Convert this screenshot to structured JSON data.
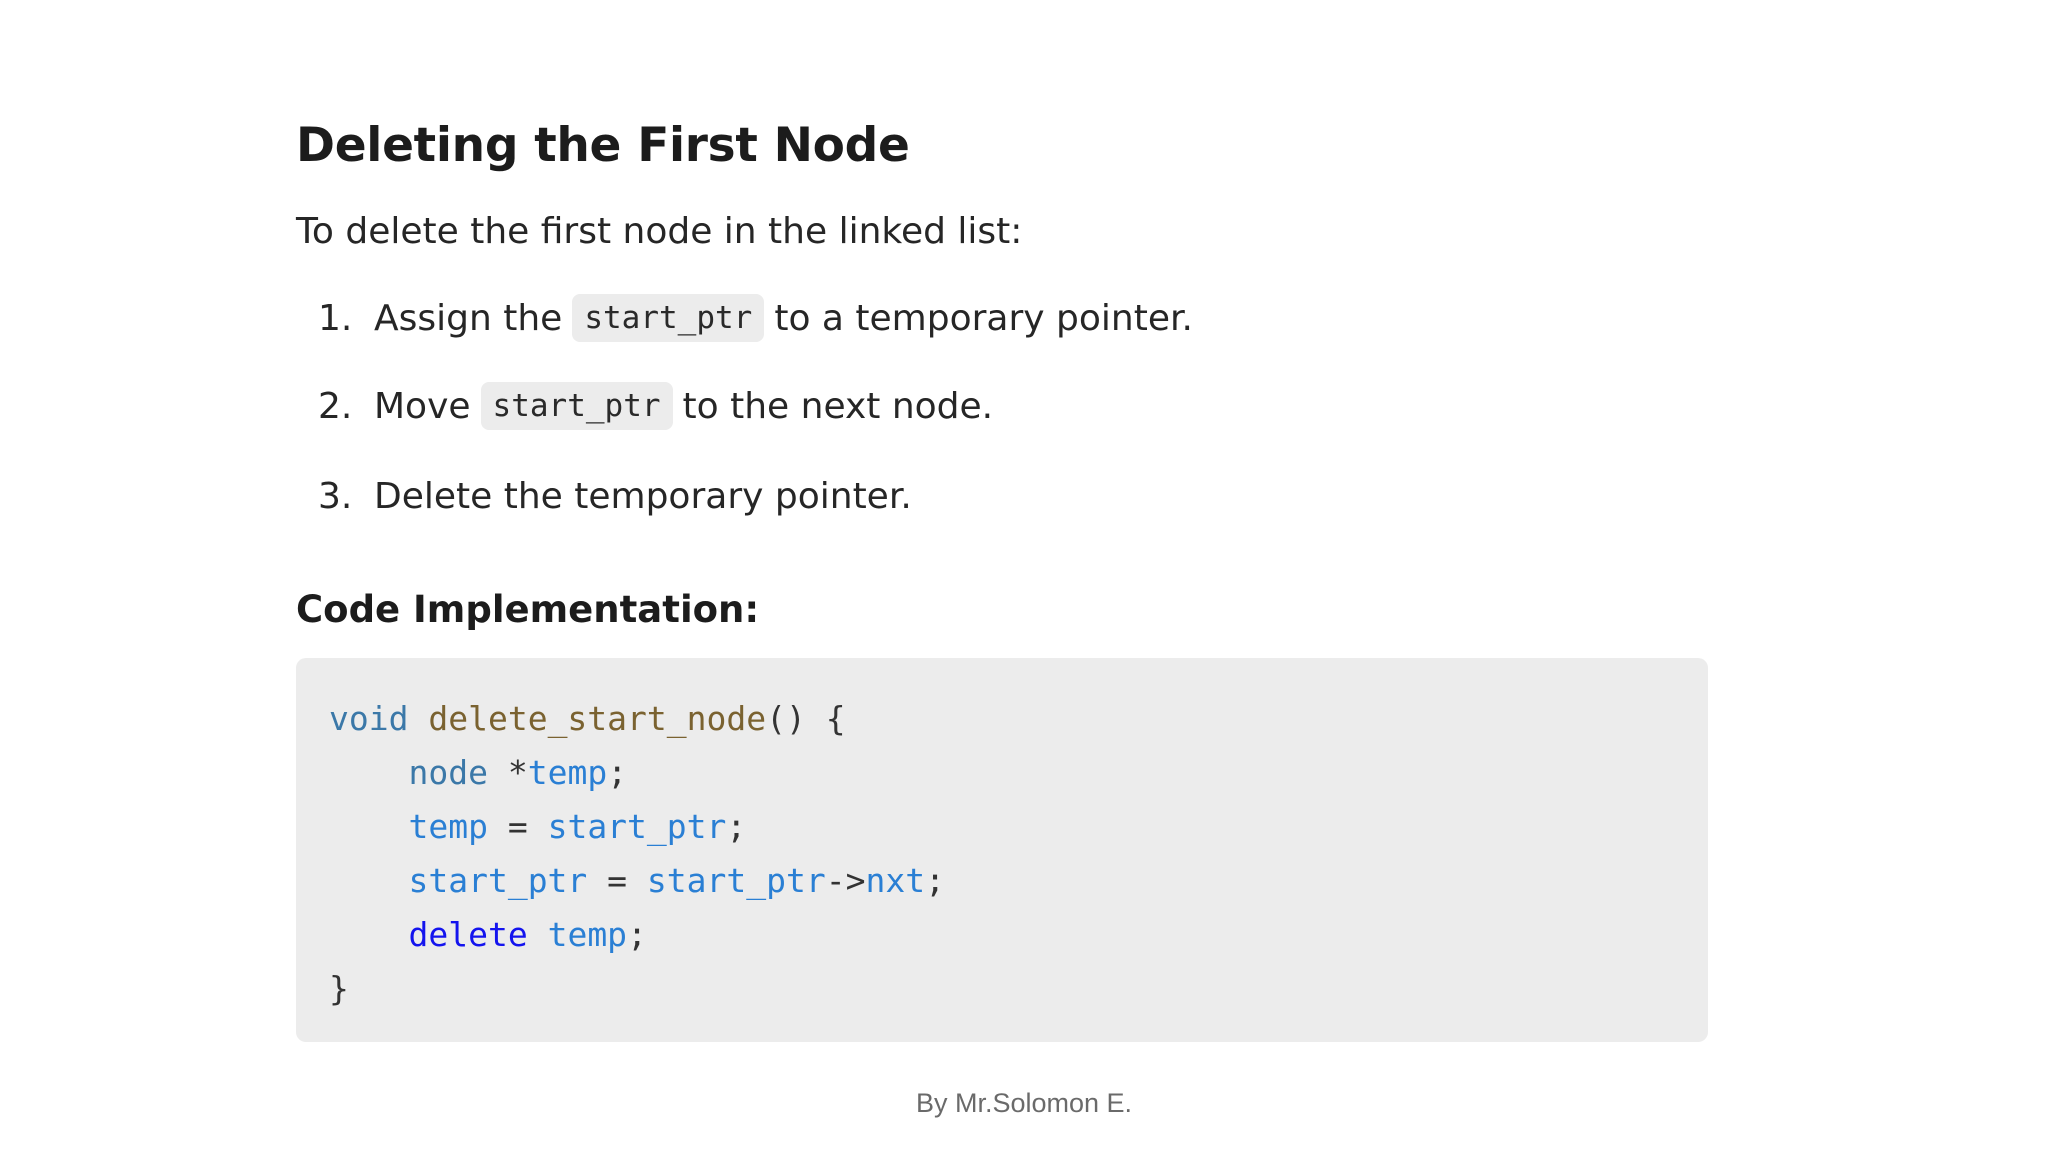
{
  "heading": "Deleting the First Node",
  "intro": "To delete the first node in the linked list:",
  "steps": [
    {
      "number": "1.",
      "before": "Assign the",
      "code": "start_ptr",
      "after": "to a temporary pointer."
    },
    {
      "number": "2.",
      "before": "Move",
      "code": "start_ptr",
      "after": "to the next node."
    },
    {
      "number": "3.",
      "text": "Delete the temporary pointer."
    }
  ],
  "code_heading": "Code Implementation:",
  "code": {
    "line1": {
      "kw": "void",
      "fn": "delete_start_node",
      "rest": "() {"
    },
    "line2": {
      "type": "node",
      "star": "*",
      "var": "temp",
      "end": ";"
    },
    "line3": {
      "lhs": "temp",
      "op": " = ",
      "rhs": "start_ptr",
      "end": ";"
    },
    "line4": {
      "lhs": "start_ptr",
      "op": " = ",
      "rhs": "start_ptr",
      "arrow": "->",
      "field": "nxt",
      "end": ";"
    },
    "line5": {
      "kw": "delete",
      "var": "temp",
      "end": ";"
    },
    "line6": {
      "brace": "}"
    }
  },
  "footer": "By Mr.Solomon E.",
  "colors": {
    "background": "#ffffff",
    "code_background": "#ececec",
    "keyword": "#3b78a8",
    "function": "#7a6230",
    "variable": "#2a7fd4",
    "delete_keyword": "#1414ee"
  }
}
